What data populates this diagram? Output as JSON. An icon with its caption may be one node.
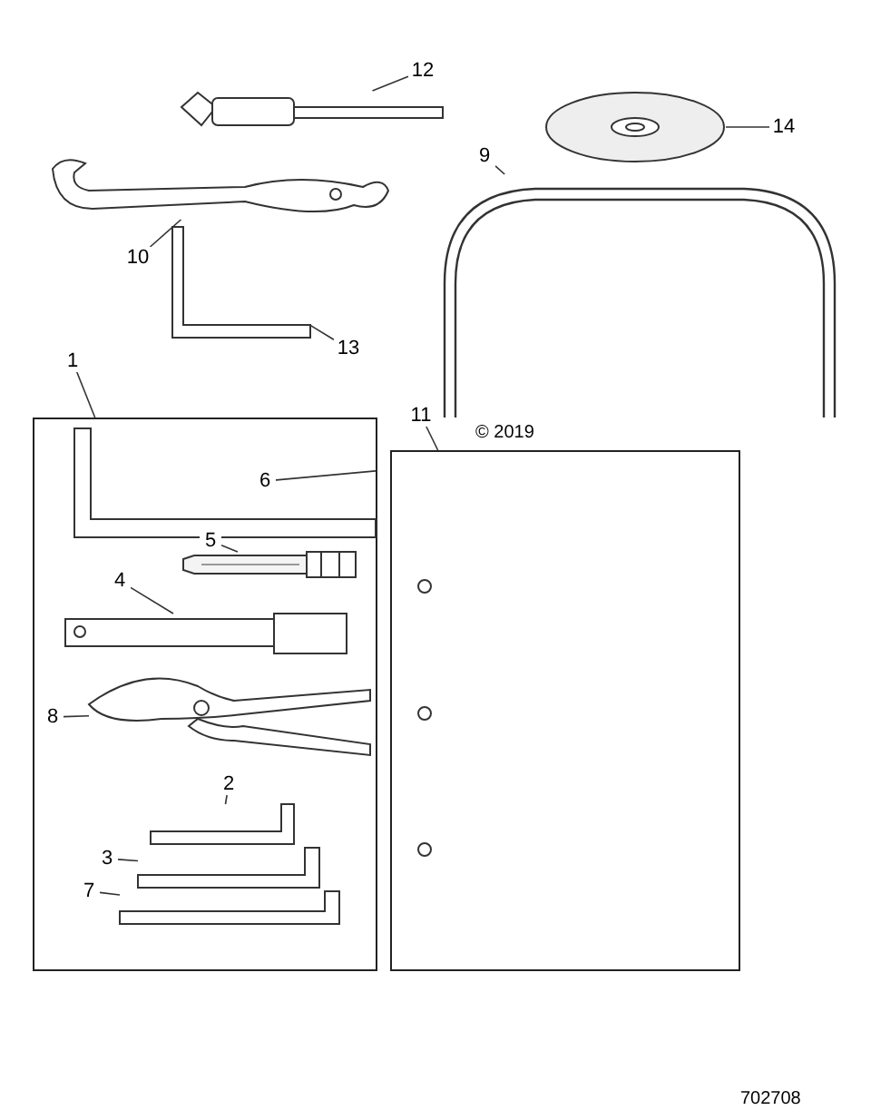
{
  "diagram": {
    "nodes": [
      {
        "text": [
          "12"
        ]
      },
      {
        "text": [],
        "shape": "picture"
      },
      {
        "text": [
          "14"
        ]
      },
      {
        "text": [],
        "shape": "picture"
      },
      {
        "text": [
          "9"
        ]
      },
      {
        "text": [],
        "shape": "picture"
      },
      {
        "text": [
          "10"
        ]
      },
      {
        "text": [],
        "shape": "picture"
      },
      {
        "text": [
          "13"
        ]
      },
      {
        "text": [],
        "shape": "picture"
      },
      {
        "text": [
          "1"
        ]
      },
      {
        "text": [],
        "shape": "box"
      },
      {
        "text": [
          "6"
        ],
        "in": 11
      },
      {
        "text": [],
        "shape": "picture",
        "in": 11
      },
      {
        "text": [
          "5"
        ],
        "in": 11
      },
      {
        "text": [],
        "shape": "picture",
        "in": 11
      },
      {
        "text": [
          "4"
        ],
        "in": 11
      },
      {
        "text": [],
        "shape": "picture",
        "in": 11
      },
      {
        "text": [
          "8"
        ],
        "in": 11
      },
      {
        "text": [],
        "shape": "picture",
        "in": 11
      },
      {
        "text": [
          "2"
        ],
        "in": 11
      },
      {
        "text": [],
        "shape": "picture",
        "in": 11
      },
      {
        "text": [
          "3"
        ],
        "in": 11
      },
      {
        "text": [],
        "shape": "picture",
        "in": 11
      },
      {
        "text": [
          "7"
        ],
        "in": 11
      },
      {
        "text": [],
        "shape": "picture",
        "in": 11
      },
      {
        "text": [
          "11"
        ]
      },
      {
        "text": [],
        "shape": "box"
      }
    ],
    "edges": [
      {
        "from": 0,
        "to": 1,
        "arrow": "none"
      },
      {
        "from": 2,
        "to": 3,
        "arrow": "none"
      },
      {
        "from": 4,
        "to": 5,
        "arrow": "none"
      },
      {
        "from": 6,
        "to": 7,
        "arrow": "none"
      },
      {
        "from": 8,
        "to": 9,
        "arrow": "none"
      },
      {
        "from": 10,
        "to": 11,
        "arrow": "none"
      },
      {
        "from": 12,
        "to": 13,
        "arrow": "none"
      },
      {
        "from": 14,
        "to": 15,
        "arrow": "none"
      },
      {
        "from": 16,
        "to": 17,
        "arrow": "none"
      },
      {
        "from": 18,
        "to": 19,
        "arrow": "none"
      },
      {
        "from": 20,
        "to": 21,
        "arrow": "none"
      },
      {
        "from": 22,
        "to": 23,
        "arrow": "none"
      },
      {
        "from": 24,
        "to": 25,
        "arrow": "none"
      },
      {
        "from": 26,
        "to": 27,
        "arrow": "none"
      }
    ],
    "labels": [
      "© 2019",
      "702708"
    ]
  }
}
